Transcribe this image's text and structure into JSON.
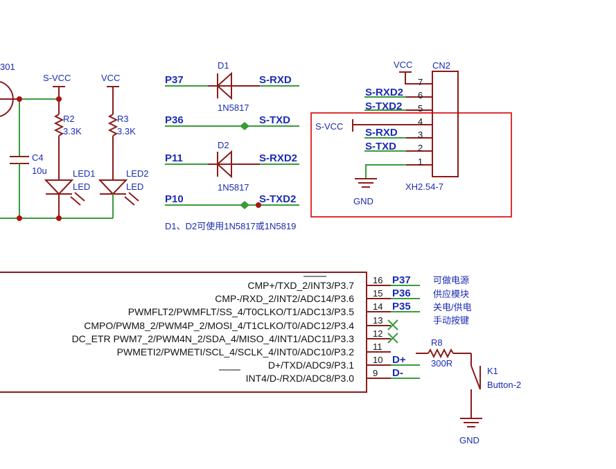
{
  "colors": {
    "wire": "#3a9a3a",
    "component": "#8b1a1a",
    "label_blue": "#1a2bb3",
    "text_dark": "#111111",
    "highlight": "#e03030",
    "junction": "#b01010"
  },
  "top_left": {
    "partial_label": "301",
    "svcc": "S-VCC",
    "vcc": "VCC",
    "r2_ref": "R2",
    "r2_val": "3.3K",
    "r3_ref": "R3",
    "r3_val": "3.3K",
    "c4_ref": "C4",
    "c4_val": "10u",
    "led1_ref": "LED1",
    "led1_val": "LED",
    "led2_ref": "LED2",
    "led2_val": "LED"
  },
  "diodes": {
    "rows": [
      {
        "left": "P37",
        "right": "S-RXD",
        "ref": "D1",
        "part": "1N5817"
      },
      {
        "left": "P36",
        "right": "S-TXD"
      },
      {
        "left": "P11",
        "right": "S-RXD2",
        "ref": "D2",
        "part": "1N5817"
      },
      {
        "left": "P10",
        "right": "S-TXD2"
      }
    ],
    "note": "D1、D2可使用1N5817或1N5819"
  },
  "connector": {
    "ref": "CN2",
    "part": "XH2.54-7",
    "vcc": "VCC",
    "svcc": "S-VCC",
    "gnd": "GND",
    "pins": [
      "7",
      "6",
      "5",
      "4",
      "3",
      "2",
      "1"
    ],
    "nets": [
      "S-RXD2",
      "S-TXD2",
      "S-RXD",
      "S-TXD"
    ]
  },
  "mcu": {
    "pins": [
      {
        "num": "16",
        "name": "CMP+/TXD_2/INT3/P3.7",
        "net": "P37"
      },
      {
        "num": "15",
        "name": "CMP-/RXD_2/INT2/ADC14/P3.6",
        "net": "P36"
      },
      {
        "num": "14",
        "name": "PWMFLT2/PWMFLT/SS_4/T0CLKO/T1/ADC13/P3.5",
        "net": "P35"
      },
      {
        "num": "13",
        "name": "CMPO/PWM8_2/PWM4P_2/MOSI_4/T1CLKO/T0/ADC12/P3.4",
        "net": ""
      },
      {
        "num": "12",
        "name": "DC_ETR  PWM7_2/PWM4N_2/SDA_4/MISO_4/INT1/ADC11/P3.3",
        "net": ""
      },
      {
        "num": "11",
        "name": "PWMETI2/PWMETI/SCL_4/SCLK_4/INT0/ADC10/P3.2",
        "net": ""
      },
      {
        "num": "10",
        "name": "D+/TXD/ADC9/P3.1",
        "net": "D+"
      },
      {
        "num": "9",
        "name": "INT4/D-/RXD/ADC8/P3.0",
        "net": "D-"
      }
    ],
    "note_lines": [
      "可做电源",
      "供应模块",
      "关电/供电",
      "手动按键"
    ]
  },
  "button": {
    "r8_ref": "R8",
    "r8_val": "300R",
    "k1_ref": "K1",
    "k1_val": "Button-2",
    "gnd": "GND"
  }
}
